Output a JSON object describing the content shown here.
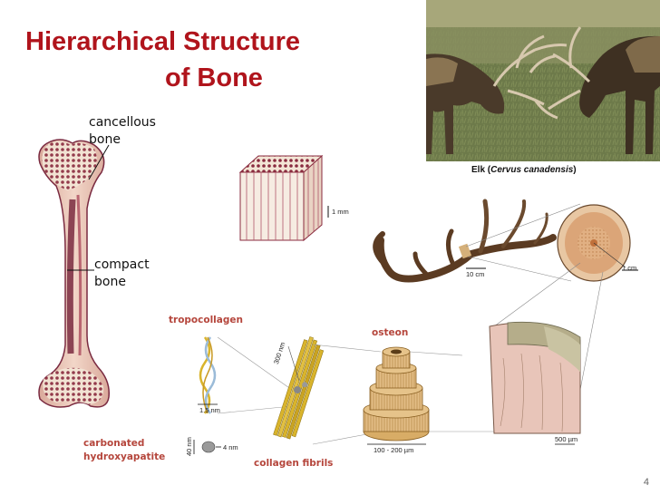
{
  "title": {
    "line1": "Hierarchical Structure",
    "line2": "of Bone"
  },
  "labels": {
    "cancellous": "cancellous bone",
    "compact": "compact bone",
    "tropocollagen": "tropocollagen",
    "osteon": "osteon",
    "collagen_fibrils": "collagen fibrils",
    "hydroxyapatite": "carbonated hydroxyapatite"
  },
  "elk_caption": {
    "prefix": "Elk (",
    "species": "Cervus canadensis",
    "suffix": ")"
  },
  "scales": {
    "cube": "1 mm",
    "antler": "10 cm",
    "cross_section": "1 cm",
    "tropocollagen": "1.5 nm",
    "fibril": "300 nm",
    "crystal_h": "40 nm",
    "crystal_w": "4 nm",
    "osteon": "100 - 200 µm",
    "tissue": "500 µm"
  },
  "page_number": "4",
  "colors": {
    "title": "#b0141c",
    "label_red": "#b5463c",
    "bone": "#7a2a40",
    "antler": "#6b4a2e",
    "collagen": "#d9b42c"
  },
  "icons": [
    "elk-photo",
    "femur-illustration",
    "cancellous-cube",
    "antler-drawing",
    "antler-cross-section",
    "tropocollagen-helix",
    "collagen-fibril-bundle",
    "hydroxyapatite-crystal",
    "osteon-stack",
    "bone-tissue-wedge"
  ]
}
